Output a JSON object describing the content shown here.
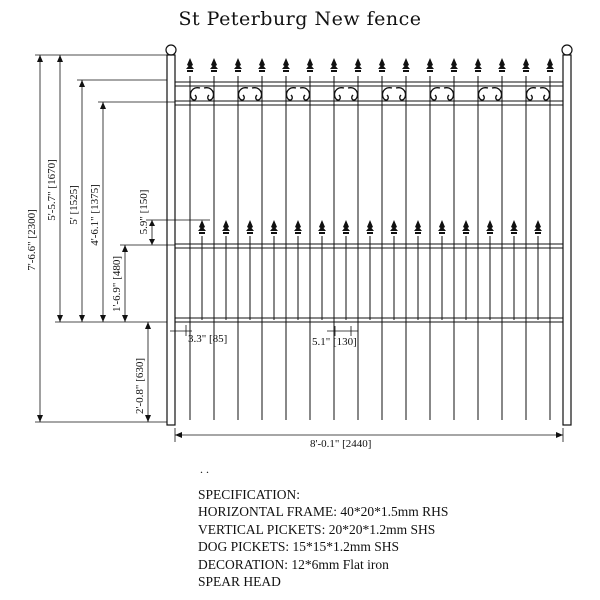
{
  "title": "St Peterburg New fence",
  "dimensions": {
    "total_height": "7'-6.6\" [2300]",
    "d1670": "5'-5.7\" [1670]",
    "d1525": "5' [1525]",
    "d1375": "4'-6.1\" [1375]",
    "d150": "5.9\" [150]",
    "d480": "1'-6.9\" [480]",
    "d630": "2'-0.8\" [630]",
    "d85": "3.3\" [85]",
    "d130": "5.1\" [130]",
    "width": "8'-0.1\" [2440]"
  },
  "dots": ". .",
  "spec": {
    "heading": "SPECIFICATION:",
    "lines": [
      "HORIZONTAL FRAME: 40*20*1.5mm RHS",
      "VERTICAL PICKETS: 20*20*1.2mm SHS",
      "DOG PICKETS: 15*15*1.2mm SHS",
      "DECORATION: 12*6mm Flat iron",
      "SPEAR HEAD"
    ]
  }
}
